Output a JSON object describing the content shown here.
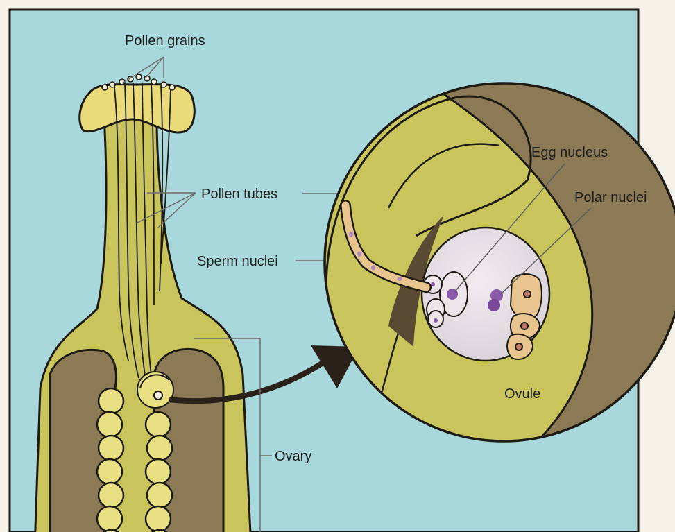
{
  "labels": {
    "pollen_grains": "Pollen grains",
    "pollen_tubes": "Pollen tubes",
    "sperm_nuclei": "Sperm nuclei",
    "ovary": "Ovary",
    "egg_nucleus": "Egg nucleus",
    "polar_nuclei": "Polar nuclei",
    "ovule": "Ovule"
  },
  "colors": {
    "background": "#a9d8dc",
    "pistil": "#c9c45c",
    "stigma": "#eadb7a",
    "ovary_cavity": "#8b7a55",
    "ovule_bead": "#e9df83",
    "embryo_sac": "#e8e0ea",
    "nucleus": "#8a5aa8",
    "sperm_cell": "#e8c48f",
    "outline": "#1c1a12"
  }
}
